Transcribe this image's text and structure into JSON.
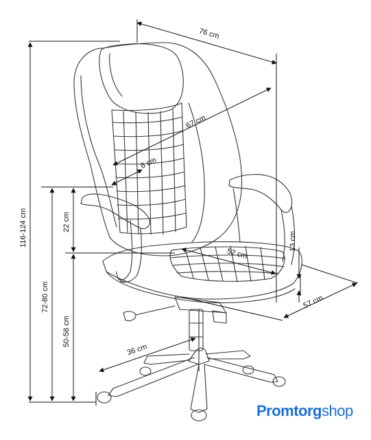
{
  "dimensions": {
    "overall_width": "76 cm",
    "back_height": "67 cm",
    "lumbar_thickness": "6 cm",
    "seat_width": "52 cm",
    "armrest_height_above_seat": "22 cm",
    "seat_thickness": "13 cm",
    "seat_depth": "57 cm",
    "total_height": "116-124 cm",
    "armrest_height": "72-80 cm",
    "seat_height": "50-58 cm",
    "base_radius": "36 cm"
  },
  "brand": {
    "name_part1": "Promtorg",
    "name_part2": "shop",
    "color": "#1b6fd0"
  }
}
